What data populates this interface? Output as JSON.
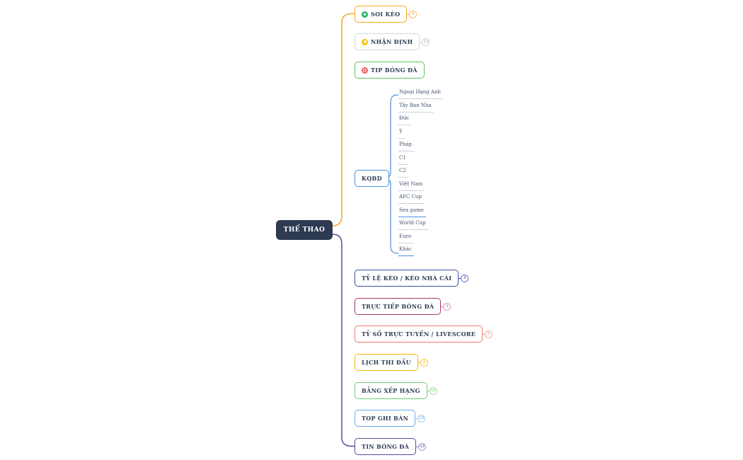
{
  "root": {
    "label": "THỂ THAO",
    "bg_color": "#2e3a52",
    "text_color": "#ffffff"
  },
  "connector_colors": {
    "top_branch": "#f5a623",
    "bottom_branch": "#5b4a9e",
    "kqbd_bracket": "#4a90d9"
  },
  "branches": [
    {
      "label": "SOI KÈO",
      "border_color": "#f5a623",
      "icon": "green-ball-marker-icon",
      "icon_color": "#2fb56b",
      "badge": "4"
    },
    {
      "label": "NHẬN ĐỊNH",
      "border_color": "#d6d6d6",
      "icon": "yellow-ball-marker-icon",
      "icon_color": "#f5c400",
      "badge": "13"
    },
    {
      "label": "TIP BÓNG ĐÁ",
      "border_color": "#5fc25f",
      "icon": "red-ring-marker-icon",
      "icon_color": "#f05a5a",
      "badge": null
    },
    {
      "label": "KQBD",
      "border_color": "#4a90d9",
      "icon": null,
      "badge": null
    },
    {
      "label": "TỶ LỆ KÈO / KÈO NHÀ CÁI",
      "border_color": "#3d4ea8",
      "icon": null,
      "badge": "3"
    },
    {
      "label": "TRỰC TIẾP BÓNG ĐÁ",
      "border_color": "#ad3570",
      "icon": null,
      "badge": "3"
    },
    {
      "label": "TỶ SỐ TRỰC TUYẾN / LIVESCORE",
      "border_color": "#f0796a",
      "icon": null,
      "badge": "3"
    },
    {
      "label": "LỊCH THI ĐẤU",
      "border_color": "#f2b705",
      "icon": null,
      "badge": "2"
    },
    {
      "label": "BẢNG XẾP HẠNG",
      "border_color": "#6fcf6f",
      "icon": null,
      "badge": "12"
    },
    {
      "label": "TOP GHI BÀN",
      "border_color": "#6aa9e8",
      "icon": null,
      "badge": "13"
    },
    {
      "label": "TIN BÓNG ĐÁ",
      "border_color": "#5b4a9e",
      "icon": null,
      "badge": "13"
    }
  ],
  "kqbd_children": [
    {
      "label": "Ngoại Hạng Anh",
      "underline_color": "#ccd2db"
    },
    {
      "label": "Tây Ban Nha",
      "underline_color": "#ccd2db"
    },
    {
      "label": "Đức",
      "underline_color": "#ccd2db"
    },
    {
      "label": "Ý",
      "underline_color": "#ccd2db"
    },
    {
      "label": "Pháp",
      "underline_color": "#ccd2db"
    },
    {
      "label": "C1",
      "underline_color": "#ccd2db"
    },
    {
      "label": "C2",
      "underline_color": "#ccd2db"
    },
    {
      "label": "Việt Nam",
      "underline_color": "#ccd2db"
    },
    {
      "label": "AFC Cup",
      "underline_color": "#ccd2db"
    },
    {
      "label": "Sea game",
      "underline_color": "#4a90d9"
    },
    {
      "label": "World Cup",
      "underline_color": "#ccd2db"
    },
    {
      "label": "Euro",
      "underline_color": "#ccd2db"
    },
    {
      "label": "Khác",
      "underline_color": "#4a90d9"
    }
  ]
}
